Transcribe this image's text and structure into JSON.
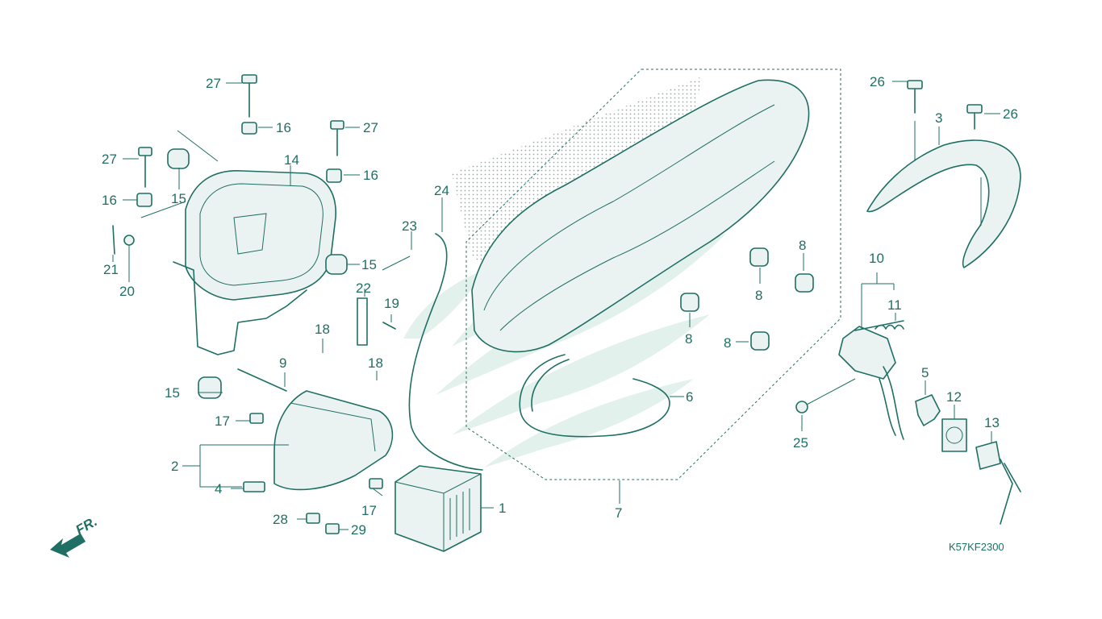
{
  "diagram": {
    "code": "K57KF2300",
    "front_marker": "FR.",
    "colors": {
      "ink": "#1f6f64",
      "watermark": "#d8ece6",
      "dots": "#9aa9a5"
    }
  },
  "labels": [
    {
      "id": "27-a",
      "text": "27"
    },
    {
      "id": "16-a",
      "text": "16"
    },
    {
      "id": "27-b",
      "text": "27"
    },
    {
      "id": "27-c",
      "text": "27"
    },
    {
      "id": "14",
      "text": "14"
    },
    {
      "id": "16-b",
      "text": "16"
    },
    {
      "id": "15-a",
      "text": "15"
    },
    {
      "id": "16-c",
      "text": "16"
    },
    {
      "id": "21",
      "text": "21"
    },
    {
      "id": "20",
      "text": "20"
    },
    {
      "id": "15-b",
      "text": "15"
    },
    {
      "id": "23",
      "text": "23"
    },
    {
      "id": "24",
      "text": "24"
    },
    {
      "id": "22",
      "text": "22"
    },
    {
      "id": "19",
      "text": "19"
    },
    {
      "id": "18-a",
      "text": "18"
    },
    {
      "id": "18-b",
      "text": "18"
    },
    {
      "id": "9",
      "text": "9"
    },
    {
      "id": "15-c",
      "text": "15"
    },
    {
      "id": "17-a",
      "text": "17"
    },
    {
      "id": "2",
      "text": "2"
    },
    {
      "id": "4",
      "text": "4"
    },
    {
      "id": "17-b",
      "text": "17"
    },
    {
      "id": "28",
      "text": "28"
    },
    {
      "id": "29",
      "text": "29"
    },
    {
      "id": "1",
      "text": "1"
    },
    {
      "id": "6",
      "text": "6"
    },
    {
      "id": "7",
      "text": "7"
    },
    {
      "id": "8-a",
      "text": "8"
    },
    {
      "id": "8-b",
      "text": "8"
    },
    {
      "id": "8-c",
      "text": "8"
    },
    {
      "id": "8-d",
      "text": "8"
    },
    {
      "id": "26-a",
      "text": "26"
    },
    {
      "id": "26-b",
      "text": "26"
    },
    {
      "id": "3",
      "text": "3"
    },
    {
      "id": "10",
      "text": "10"
    },
    {
      "id": "11",
      "text": "11"
    },
    {
      "id": "5",
      "text": "5"
    },
    {
      "id": "12",
      "text": "12"
    },
    {
      "id": "13",
      "text": "13"
    },
    {
      "id": "25",
      "text": "25"
    }
  ]
}
